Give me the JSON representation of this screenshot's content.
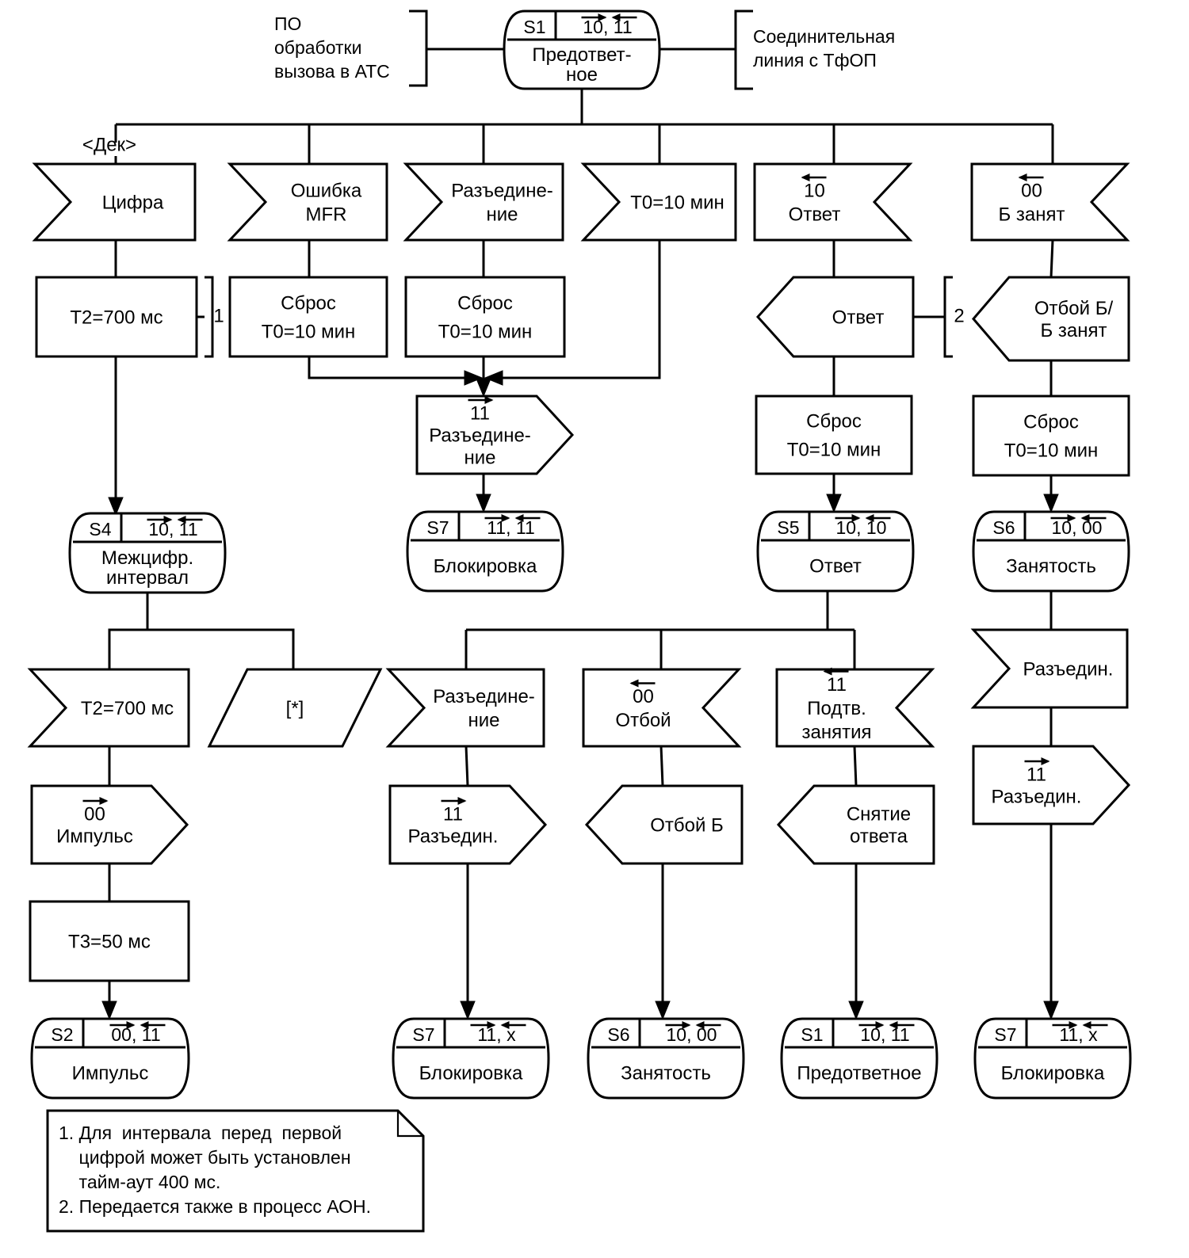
{
  "title": "SDL diagram of incoming trunk line process (state S1 Предответное)",
  "colors": {
    "ink": "#000000",
    "background": "#ffffff"
  },
  "boundaries": {
    "left": {
      "lines": [
        "ПО",
        "обработки",
        "вызова в АТС"
      ]
    },
    "right": {
      "lines": [
        "Соединительная",
        "линия с ТфОП"
      ]
    }
  },
  "branch_label": "<Дек>",
  "bracket_labels": {
    "note1": "1",
    "note2": "2"
  },
  "states": {
    "s1_top": {
      "id": "S1",
      "signals": [
        {
          "code": "10",
          "dir": "right"
        },
        {
          "code": "11",
          "dir": "left"
        }
      ],
      "name_lines": [
        "Предответ-",
        "ное"
      ]
    },
    "s4": {
      "id": "S4",
      "signals": [
        {
          "code": "10",
          "dir": "right"
        },
        {
          "code": "11",
          "dir": "left"
        }
      ],
      "name_lines": [
        "Межцифр.",
        "интервал"
      ]
    },
    "s7_a": {
      "id": "S7",
      "signals": [
        {
          "code": "11",
          "dir": "right"
        },
        {
          "code": "11",
          "dir": "left"
        }
      ],
      "name_lines": [
        "Блокировка"
      ]
    },
    "s5": {
      "id": "S5",
      "signals": [
        {
          "code": "10",
          "dir": "right"
        },
        {
          "code": "10",
          "dir": "left"
        }
      ],
      "name_lines": [
        "Ответ"
      ]
    },
    "s6_a": {
      "id": "S6",
      "signals": [
        {
          "code": "10",
          "dir": "right"
        },
        {
          "code": "00",
          "dir": "left"
        }
      ],
      "name_lines": [
        "Занятость"
      ]
    },
    "s2": {
      "id": "S2",
      "signals": [
        {
          "code": "00",
          "dir": "right"
        },
        {
          "code": "11",
          "dir": "left"
        }
      ],
      "name_lines": [
        "Импульс"
      ]
    },
    "s7_b": {
      "id": "S7",
      "signals": [
        {
          "code": "11",
          "dir": "right"
        },
        {
          "code": "x",
          "dir": "left"
        }
      ],
      "name_lines": [
        "Блокировка"
      ]
    },
    "s6_b": {
      "id": "S6",
      "signals": [
        {
          "code": "10",
          "dir": "right"
        },
        {
          "code": "00",
          "dir": "left"
        }
      ],
      "name_lines": [
        "Занятость"
      ]
    },
    "s1_b": {
      "id": "S1",
      "signals": [
        {
          "code": "10",
          "dir": "right"
        },
        {
          "code": "11",
          "dir": "left"
        }
      ],
      "name_lines": [
        "Предответное"
      ]
    },
    "s7_c": {
      "id": "S7",
      "signals": [
        {
          "code": "11",
          "dir": "right"
        },
        {
          "code": "x",
          "dir": "left"
        }
      ],
      "name_lines": [
        "Блокировка"
      ]
    }
  },
  "inputs": {
    "digit": {
      "lines": [
        "Цифра"
      ],
      "side": "left"
    },
    "mfr_error": {
      "lines": [
        "Ошибка",
        "MFR"
      ],
      "side": "left"
    },
    "disconnect_a": {
      "lines": [
        "Разъедине-",
        "ние"
      ],
      "side": "left"
    },
    "t0_timeout": {
      "lines": [
        "T0=10 мин"
      ],
      "side": "left"
    },
    "answer_in": {
      "signal": {
        "code": "10",
        "dir": "left"
      },
      "lines": [
        "Ответ"
      ],
      "side": "right"
    },
    "busy_in": {
      "signal": {
        "code": "00",
        "dir": "left"
      },
      "lines": [
        "Б занят"
      ],
      "side": "right"
    },
    "t2_timeout": {
      "lines": [
        "T2=700 мс"
      ],
      "side": "left"
    },
    "disconnect_b": {
      "lines": [
        "Разъедине-",
        "ние"
      ],
      "side": "left"
    },
    "clear_in": {
      "signal": {
        "code": "00",
        "dir": "left"
      },
      "lines": [
        "Отбой"
      ],
      "side": "right"
    },
    "seize_ack_in": {
      "signal": {
        "code": "11",
        "dir": "left"
      },
      "lines": [
        "Подтв.",
        "занятия"
      ],
      "side": "right"
    },
    "disconnect_c": {
      "lines": [
        "Разъедин."
      ],
      "side": "left"
    }
  },
  "save": {
    "lines": [
      "[*]"
    ]
  },
  "tasks": {
    "t2_set": {
      "lines": [
        "T2=700 мс"
      ]
    },
    "reset_a": {
      "lines": [
        "Сброс",
        "T0=10 мин"
      ]
    },
    "reset_b": {
      "lines": [
        "Сброс",
        "T0=10 мин"
      ]
    },
    "reset_c": {
      "lines": [
        "Сброс",
        "T0=10 мин"
      ]
    },
    "reset_d": {
      "lines": [
        "Сброс",
        "T0=10 мин"
      ]
    },
    "t3_set": {
      "lines": [
        "T3=50 мс"
      ]
    }
  },
  "outputs": {
    "disconnect_out_a": {
      "signal": {
        "code": "11",
        "dir": "right"
      },
      "lines": [
        "Разъедине-",
        "ние"
      ],
      "side": "right"
    },
    "answer_out": {
      "lines": [
        "Ответ"
      ],
      "side": "left"
    },
    "clear_busy_out": {
      "lines": [
        "Отбой Б/",
        "Б занят"
      ],
      "side": "left"
    },
    "pulse_out": {
      "signal": {
        "code": "00",
        "dir": "right"
      },
      "lines": [
        "Импульс"
      ],
      "side": "right"
    },
    "disconnect_out_b": {
      "signal": {
        "code": "11",
        "dir": "right"
      },
      "lines": [
        "Разъедин."
      ],
      "side": "right"
    },
    "clear_b_out": {
      "lines": [
        "Отбой Б"
      ],
      "side": "left"
    },
    "answer_release_out": {
      "lines": [
        "Снятие",
        "ответа"
      ],
      "side": "left"
    },
    "disconnect_out_c": {
      "signal": {
        "code": "11",
        "dir": "right"
      },
      "lines": [
        "Разъедин."
      ],
      "side": "right"
    }
  },
  "notes": {
    "lines": [
      "1. Для  интервала  перед  первой",
      "    цифрой может быть установлен",
      "    тайм-аут 400 мс.",
      "2. Передается также в процесс АОН."
    ]
  }
}
